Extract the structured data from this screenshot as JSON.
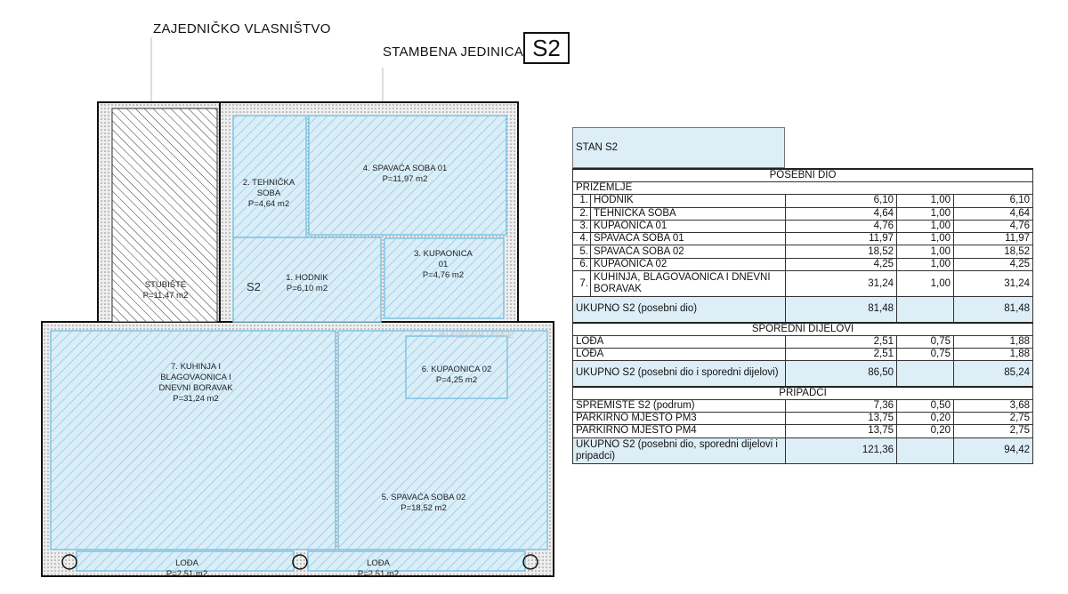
{
  "labels": {
    "common": "ZAJEDNIČKO VLASNIŠTVO",
    "unit": "STAMBENA  JEDINICA",
    "unit_code": "S2",
    "watermark": "IN NEKRETNINE"
  },
  "rooms": [
    {
      "name": "STUBIŠTE",
      "area": "P=11,47 m2"
    },
    {
      "name": "2. TEHNIČKA",
      "name2": "SOBA",
      "area": "P=4,64 m2"
    },
    {
      "name": "4. SPAVAĆA SOBA 01",
      "area": "P=11,97 m2"
    },
    {
      "name": "1. HODNIK",
      "area": "P=6,10 m2"
    },
    {
      "name": "3. KUPAONICA",
      "name2": "01",
      "area": "P=4,76 m2"
    },
    {
      "name": "7. KUHINJA I",
      "name2": "BLAGOVAONICA I",
      "name3": "DNEVNI BORAVAK",
      "area": "P=31,24 m2"
    },
    {
      "name": "6. KUPAONICA 02",
      "area": "P=4,25 m2"
    },
    {
      "name": "5. SPAVAĆA SOBA 02",
      "area": "P=18,52 m2"
    },
    {
      "name": "LOĐA",
      "area": "P=2,51 m2"
    },
    {
      "name": "LOĐA",
      "area": "P=2,51 m2"
    }
  ],
  "entry_label": "S2",
  "colors": {
    "room_fill": "#dbeef8",
    "hatch": "#7ec4e4",
    "wall": "#111111"
  },
  "table": {
    "title": "STAN S2",
    "sections": [
      {
        "header": "POSEBNI DIO",
        "sub": "PRIZEMLJE",
        "rows": [
          {
            "idx": "1.",
            "name": "HODNIK",
            "a": "6,10",
            "k": "1,00",
            "b": "6,10"
          },
          {
            "idx": "2.",
            "name": "TEHNIČKA SOBA",
            "a": "4,64",
            "k": "1,00",
            "b": "4,64"
          },
          {
            "idx": "3.",
            "name": "KUPAONICA 01",
            "a": "4,76",
            "k": "1,00",
            "b": "4,76"
          },
          {
            "idx": "4.",
            "name": "SPAVAĆA SOBA 01",
            "a": "11,97",
            "k": "1,00",
            "b": "11,97"
          },
          {
            "idx": "5.",
            "name": "SPAVAĆA SOBA 02",
            "a": "18,52",
            "k": "1,00",
            "b": "18,52"
          },
          {
            "idx": "6.",
            "name": "KUPAONICA 02",
            "a": "4,25",
            "k": "1,00",
            "b": "4,25"
          },
          {
            "idx": "7.",
            "name": "KUHINJA, BLAGOVAONICA I DNEVNI BORAVAK",
            "a": "31,24",
            "k": "1,00",
            "b": "31,24"
          }
        ],
        "total": {
          "name": "UKUPNO S2 (posebni dio)",
          "a": "81,48",
          "b": "81,48"
        }
      },
      {
        "header": "SPOREDNI DIJELOVI",
        "rows": [
          {
            "name": "LOĐA",
            "a": "2,51",
            "k": "0,75",
            "b": "1,88"
          },
          {
            "name": "LOĐA",
            "a": "2,51",
            "k": "0,75",
            "b": "1,88"
          }
        ],
        "total": {
          "name": "UKUPNO S2 (posebni dio i sporedni dijelovi)",
          "a": "86,50",
          "b": "85,24"
        }
      },
      {
        "header": "PRIPADCI",
        "rows": [
          {
            "name": "SPREMIŠTE S2 (podrum)",
            "a": "7,36",
            "k": "0,50",
            "b": "3,68"
          },
          {
            "name": "PARKIRNO MJESTO PM3",
            "a": "13,75",
            "k": "0,20",
            "b": "2,75"
          },
          {
            "name": "PARKIRNO MJESTO PM4",
            "a": "13,75",
            "k": "0,20",
            "b": "2,75"
          }
        ],
        "total": {
          "name": "UKUPNO S2 (posebni dio, sporedni dijelovi i pripadci)",
          "a": "121,36",
          "b": "94,42"
        }
      }
    ]
  }
}
